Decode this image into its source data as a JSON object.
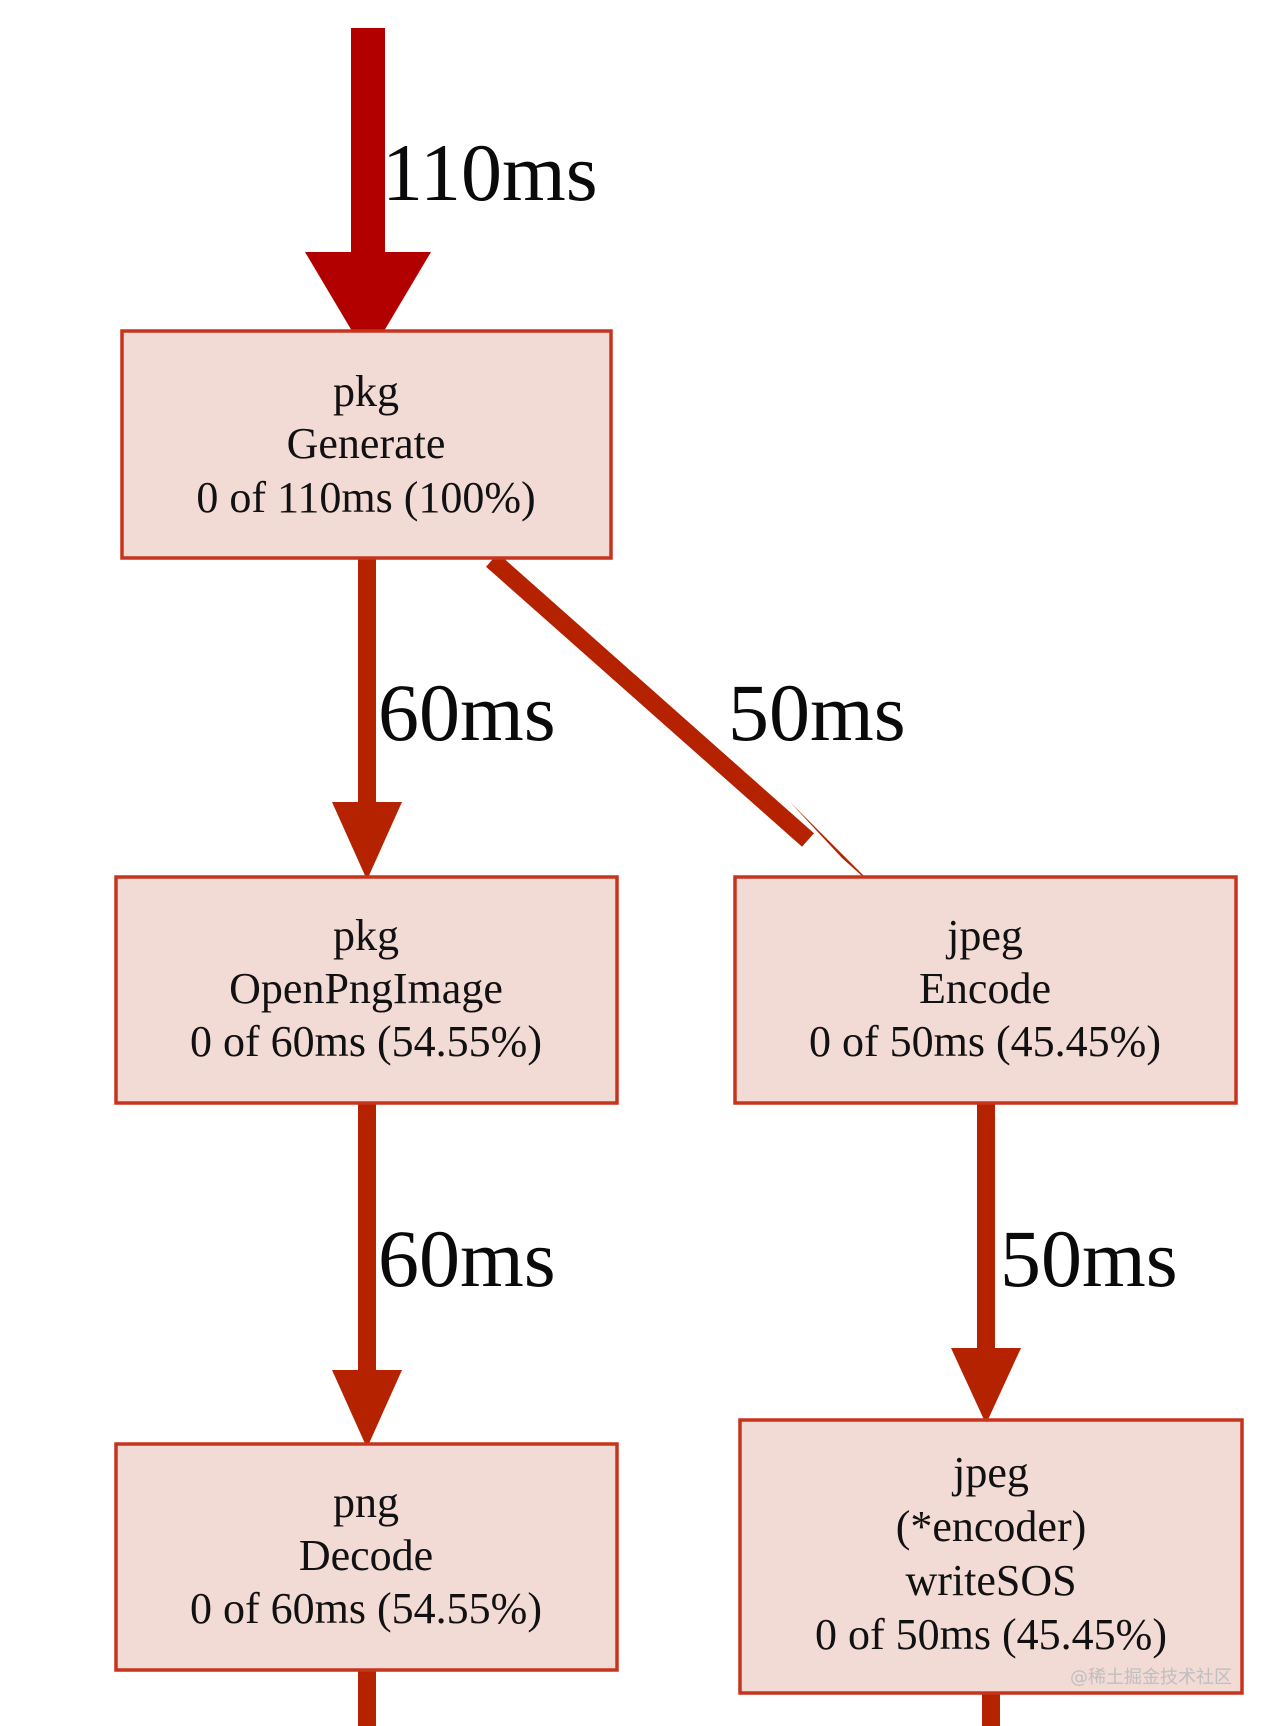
{
  "colors": {
    "edge_strong": "#b20000",
    "edge_normal": "#b52200",
    "node_fill": "#f2dad5",
    "node_border": "#c7341e"
  },
  "nodes": [
    {
      "id": "generate",
      "lines": [
        "pkg",
        "Generate",
        "0 of 110ms (100%)"
      ]
    },
    {
      "id": "openpng",
      "lines": [
        "pkg",
        "OpenPngImage",
        "0 of 60ms (54.55%)"
      ]
    },
    {
      "id": "encode",
      "lines": [
        "jpeg",
        "Encode",
        "0 of 50ms (45.45%)"
      ]
    },
    {
      "id": "decode",
      "lines": [
        "png",
        "Decode",
        "0 of 60ms (54.55%)"
      ]
    },
    {
      "id": "writesos",
      "lines": [
        "jpeg",
        "(*encoder)",
        "writeSOS",
        "0 of 50ms (45.45%)"
      ]
    }
  ],
  "edges": [
    {
      "id": "in-generate",
      "from": "",
      "to": "generate",
      "label": "110ms"
    },
    {
      "id": "generate-openpng",
      "from": "generate",
      "to": "openpng",
      "label": "60ms"
    },
    {
      "id": "generate-encode",
      "from": "generate",
      "to": "encode",
      "label": "50ms"
    },
    {
      "id": "openpng-decode",
      "from": "openpng",
      "to": "decode",
      "label": "60ms"
    },
    {
      "id": "encode-writesos",
      "from": "encode",
      "to": "writesos",
      "label": "50ms"
    }
  ],
  "watermark": "@稀土掘金技术社区"
}
